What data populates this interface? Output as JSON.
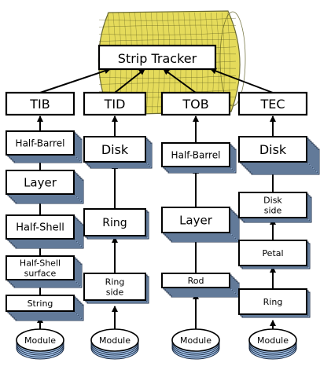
{
  "title": "Strip Tracker",
  "columns": [
    {
      "id": "tib",
      "header": "TIB",
      "levels": [
        {
          "lines": [
            "Half-Barrel"
          ]
        },
        {
          "lines": [
            "Layer"
          ]
        },
        {
          "lines": [
            "Half-Shell"
          ]
        },
        {
          "lines": [
            "Half-Shell",
            "surface"
          ]
        },
        {
          "lines": [
            "String"
          ]
        }
      ],
      "module": "Module"
    },
    {
      "id": "tid",
      "header": "TID",
      "levels": [
        {
          "lines": [
            "Disk"
          ]
        },
        {
          "lines": [
            "Ring"
          ]
        },
        {
          "lines": [
            "Ring",
            "side"
          ]
        }
      ],
      "module": "Module"
    },
    {
      "id": "tob",
      "header": "TOB",
      "levels": [
        {
          "lines": [
            "Half-Barrel"
          ]
        },
        {
          "lines": [
            "Layer"
          ]
        },
        {
          "lines": [
            "Rod"
          ]
        }
      ],
      "module": "Module"
    },
    {
      "id": "tec",
      "header": "TEC",
      "levels": [
        {
          "lines": [
            "Disk"
          ]
        },
        {
          "lines": [
            "Disk",
            "side"
          ]
        },
        {
          "lines": [
            "Petal"
          ]
        },
        {
          "lines": [
            "Ring"
          ]
        }
      ],
      "module": "Module"
    }
  ],
  "colors": {
    "stack": "#a8c8ee",
    "stack_dark": "#6f97c9",
    "detector": "#e3d84a",
    "detector_line": "#5a5a1e",
    "ink": "#000000"
  }
}
